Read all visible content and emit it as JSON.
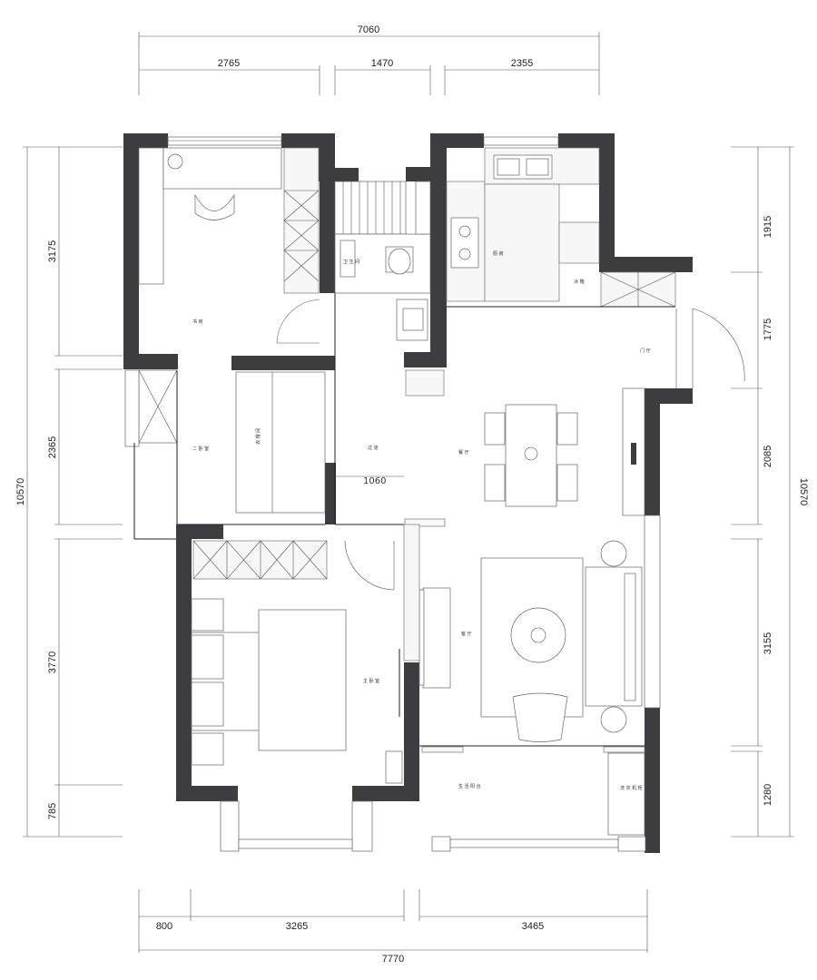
{
  "dimensions": {
    "top_total": "7060",
    "top_segments": [
      "2765",
      "1470",
      "2355"
    ],
    "bottom_total": "7770",
    "bottom_segments": [
      "800",
      "3265",
      "3465"
    ],
    "left_total": "10570",
    "left_segments": [
      "3175",
      "2365",
      "3770",
      "785"
    ],
    "right_total": "10570",
    "right_segments": [
      "1915",
      "1775",
      "2085",
      "3155",
      "1280"
    ],
    "corridor_width": "1060"
  },
  "rooms": {
    "study": "书 房",
    "second_bedroom": "二 卧 室",
    "wardrobe": "衣 帽 间",
    "corridor": "过 道",
    "kitchen": "厨 房",
    "foyer": "门 厅",
    "dining": "餐 厅",
    "living": "客 厅",
    "master_bedroom": "主 卧 室",
    "balcony": "生 活 阳 台",
    "laundry": "洗 衣 机 柜",
    "bathroom": "卫 生 间",
    "fridge": "冰 箱"
  },
  "colors": {
    "wall": "#3d3d3f",
    "line": "#222222"
  }
}
